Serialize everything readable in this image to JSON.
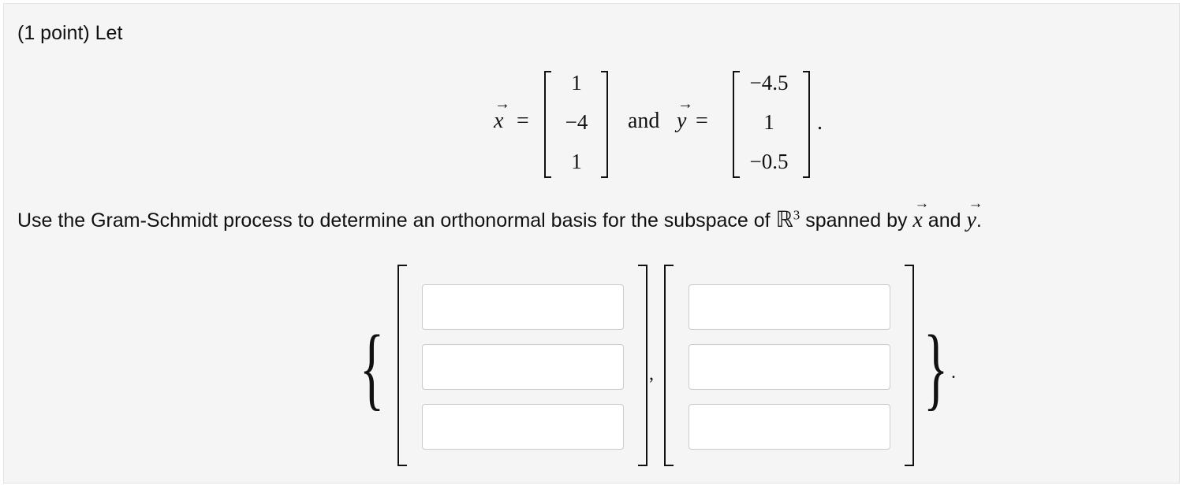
{
  "problem": {
    "header": "(1 point) Let",
    "vector_x": {
      "symbol": "x",
      "arrow": "→",
      "equals": "=",
      "entries": [
        "1",
        "−4",
        "1"
      ]
    },
    "conjunction": "and",
    "vector_y": {
      "symbol": "y",
      "arrow": "→",
      "equals": "=",
      "entries": [
        "−4.5",
        "1",
        "−0.5"
      ]
    },
    "terminator": ".",
    "instruction": {
      "before": "Use the Gram-Schmidt process to determine an orthonormal basis for the subspace of ",
      "space": "ℝ",
      "exponent": "3",
      "middle": " spanned by ",
      "var1": "x",
      "and": " and ",
      "var2": "y",
      "end": "."
    }
  },
  "answer": {
    "open_brace": "{",
    "close_brace": "}",
    "separator": ",",
    "end_period": ".",
    "vector1": [
      "",
      "",
      ""
    ],
    "vector2": [
      "",
      "",
      ""
    ]
  }
}
